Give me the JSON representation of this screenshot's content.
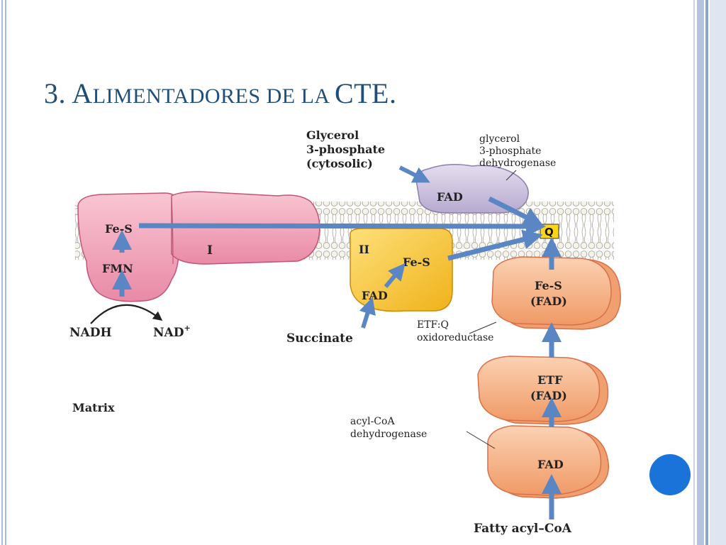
{
  "slide": {
    "title_num": "3. ",
    "title_lead_a": "A",
    "title_rest_a": "LIMENTADORES ",
    "title_lead_b": "",
    "title_rest_b": "DE LA ",
    "title_tail": "CTE."
  },
  "labels": {
    "glycerol_l1": "Glycerol",
    "glycerol_l2": "3-phosphate",
    "glycerol_l3": "(cytosolic)",
    "g3pdh_l1": "glycerol",
    "g3pdh_l2": "3-phosphate",
    "g3pdh_l3": "dehydrogenase",
    "fad_g3pdh": "FAD",
    "q": "Q",
    "fes_I": "Fe-S",
    "complex_I": "I",
    "fmn": "FMN",
    "nadh": "NADH",
    "nad": "NAD",
    "nad_sup": "+",
    "complex_II": "II",
    "fes_II": "Fe-S",
    "fad_II": "FAD",
    "succinate": "Succinate",
    "fes_fad_l1": "Fe-S",
    "fes_fad_l2": "(FAD)",
    "etfq_l1": "ETF:Q",
    "etfq_l2": "oxidoreductase",
    "etf_l1": "ETF",
    "etf_l2": "(FAD)",
    "matrix": "Matrix",
    "acyl_l1": "acyl-CoA",
    "acyl_l2": "dehydrogenase",
    "fad_acyl": "FAD",
    "fatty": "Fatty acyl–CoA"
  },
  "colors": {
    "title": "#1f4e79",
    "complex_I": "#f3a7bd",
    "complex_II": "#f7cd2e",
    "g3pdh": "#cfc5df",
    "etf_proteins": "#f5b184",
    "arrows": "#5b86c4",
    "membrane": "#e9e6d8",
    "accent_dot": "#1a73d9"
  }
}
